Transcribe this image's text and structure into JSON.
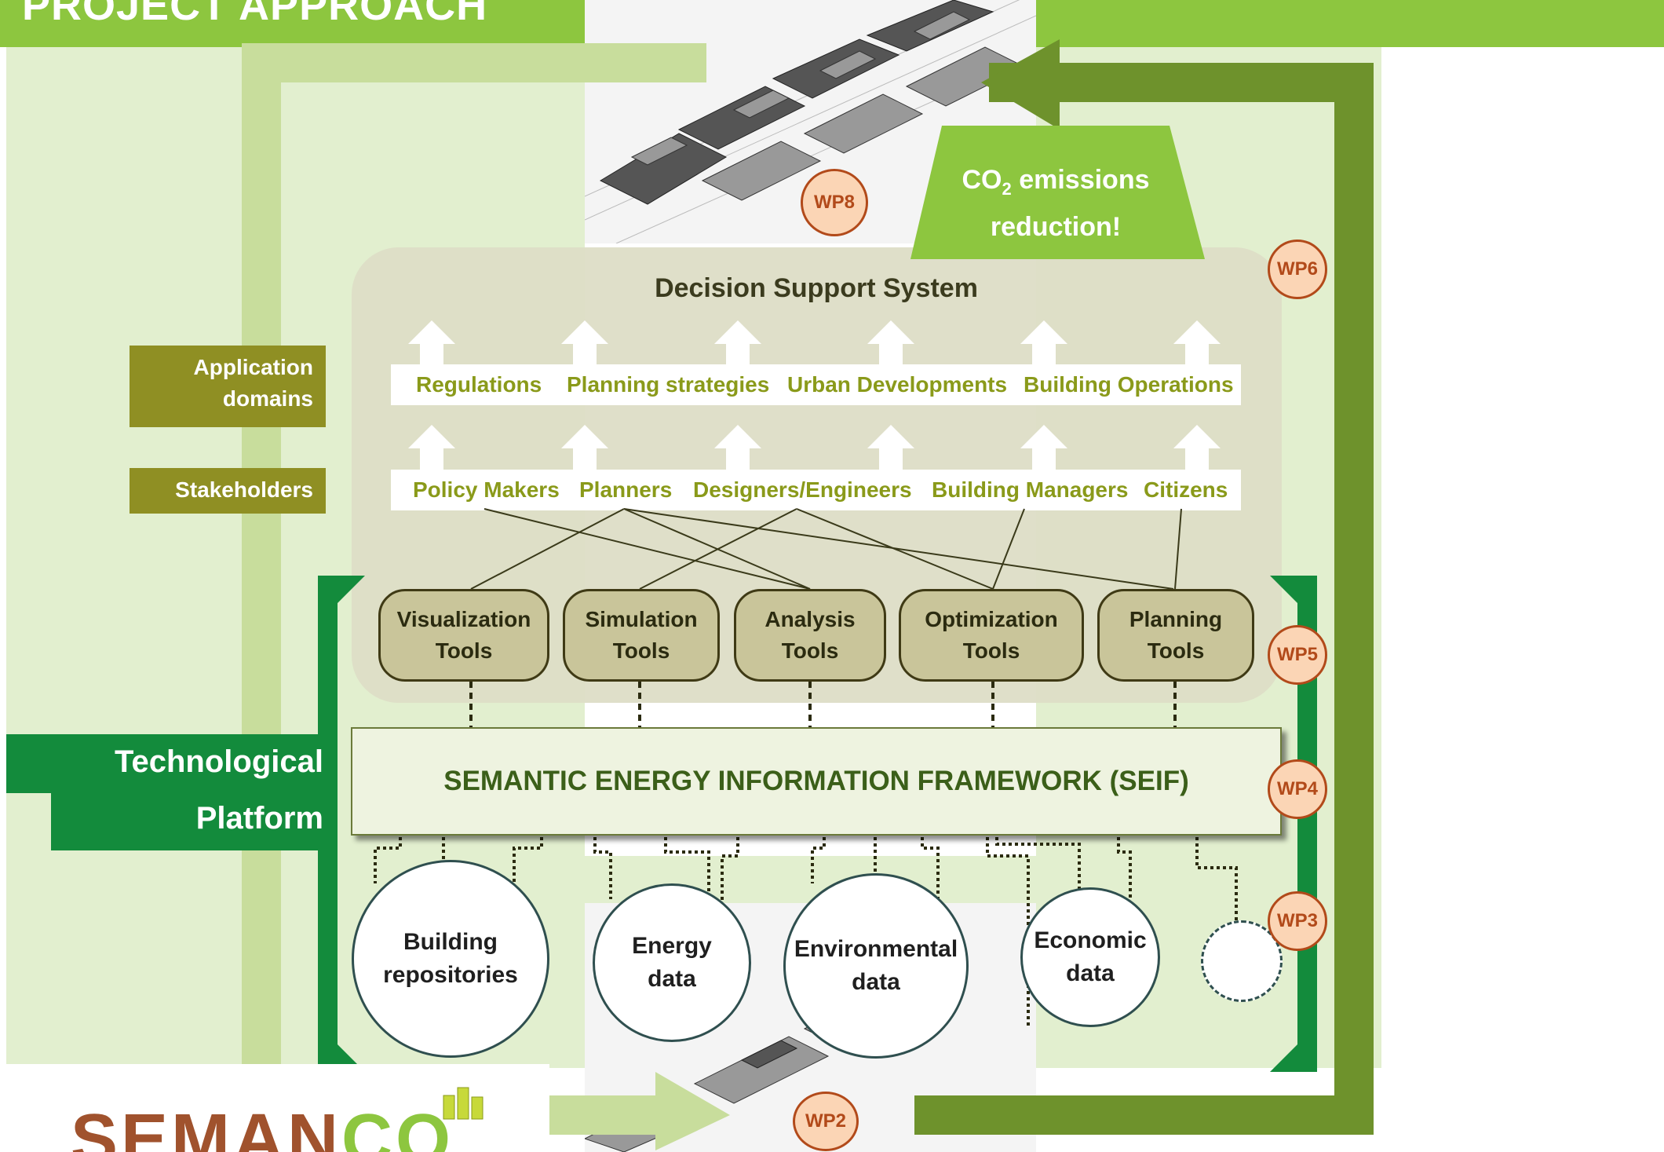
{
  "header": {
    "title": "PROJECT APPROACH"
  },
  "co2_badge": {
    "line1_prefix": "CO",
    "line1_sub": "2",
    "line1_suffix": " emissions",
    "line2": "reduction!"
  },
  "dss": {
    "title": "Decision Support System"
  },
  "side_labels": {
    "application_domains": [
      "Application",
      "domains"
    ],
    "stakeholders": "Stakeholders"
  },
  "application_domains": [
    "Regulations",
    "Planning strategies",
    "Urban Developments",
    "Building Operations"
  ],
  "stakeholders": [
    "Policy Makers",
    "Planners",
    "Designers/Engineers",
    "Building Managers",
    "Citizens"
  ],
  "tools": [
    {
      "line1": "Visualization",
      "line2": "Tools"
    },
    {
      "line1": "Simulation",
      "line2": "Tools"
    },
    {
      "line1": "Analysis",
      "line2": "Tools"
    },
    {
      "line1": "Optimization",
      "line2": "Tools"
    },
    {
      "line1": "Planning",
      "line2": "Tools"
    }
  ],
  "seif": {
    "title": "SEMANTIC ENERGY INFORMATION FRAMEWORK (SEIF)"
  },
  "tech_platform": {
    "line1": "Technological",
    "line2": "Platform"
  },
  "data_sources": [
    {
      "line1": "Building",
      "line2": "repositories"
    },
    {
      "line1": "Energy",
      "line2": "data"
    },
    {
      "line1": "Environmental",
      "line2": "data"
    },
    {
      "line1": "Economic",
      "line2": "data"
    }
  ],
  "work_packages": [
    "WP8",
    "WP6",
    "WP5",
    "WP4",
    "WP3",
    "WP2"
  ],
  "logo": {
    "part1": "SEMAN",
    "part2": "CO"
  },
  "colors": {
    "light_green": "#e2efcf",
    "bright_green": "#8dc63f",
    "dark_green": "#138b3c",
    "olive": "#8f8f23",
    "arrow_light": "#c8dd9c",
    "arrow_dark": "#6e922c",
    "wp_fill": "#fbd5b5",
    "wp_border": "#b24a1a"
  }
}
